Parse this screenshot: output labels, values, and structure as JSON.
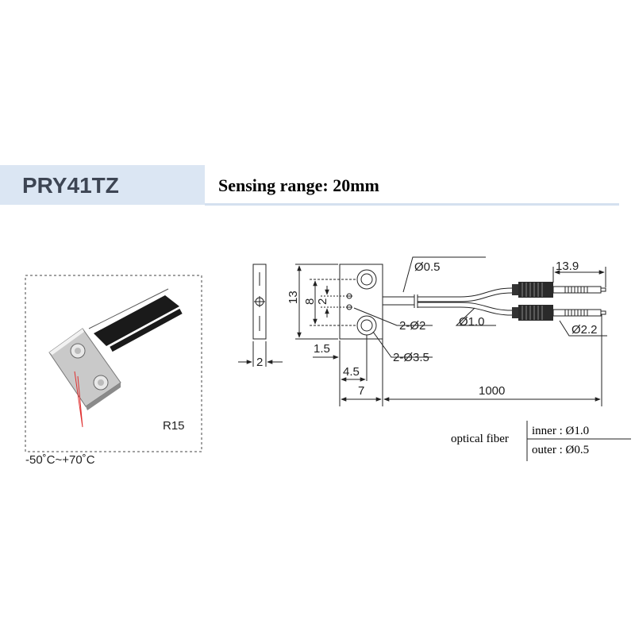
{
  "header": {
    "model": "PRY41TZ",
    "sensing_range": "Sensing range: 20mm"
  },
  "product_photo": {
    "bend_radius": "R15",
    "temperature_range": "-50˚C~+70˚C"
  },
  "drawing": {
    "dim_thickness": "2",
    "dim_height": "13",
    "dim_hole_pitch": "8",
    "dim_emitter_pitch": "2",
    "dim_edge_offset": "1.5",
    "dim_hole_offset": "4.5",
    "dim_body_width": "7",
    "dim_cable_length": "1000",
    "dim_connector_length": "13.9",
    "label_tip_diameter": "Ø0.5",
    "label_emitter_holes": "2-Ø2",
    "label_mount_holes": "2-Ø3.5",
    "label_fiber_diameter": "Ø1.0",
    "label_sleeve_diameter": "Ø2.2"
  },
  "fiber_spec": {
    "label": "optical fiber",
    "inner": "inner : Ø1.0",
    "outer": "outer : Ø0.5"
  },
  "colors": {
    "banner_bg": "#dbe6f3",
    "model_text": "#3d4553",
    "fiber_trace": "#e03030"
  }
}
